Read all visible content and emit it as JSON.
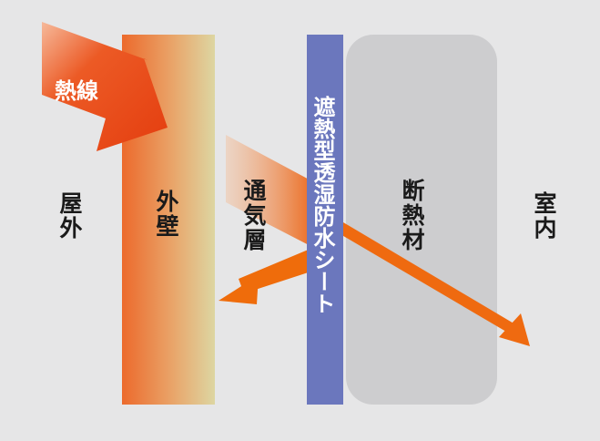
{
  "labels": {
    "heat_ray": "熱線",
    "outdoor": "屋外",
    "exterior_wall": "外壁",
    "air_layer": "通気層",
    "sheet": "遮熱型透湿防水シート",
    "insulation": "断熱材",
    "indoor": "室内"
  },
  "colors": {
    "background": "#e6e6e7",
    "sheet": "#6b77bd",
    "insulation": "#cdcdcf",
    "arrow": "#e84a12",
    "reflected_arrow": "#ef6c0b",
    "transmitted_arrow": "#ef6a10",
    "wall_gradient_start": "#ec6a2c",
    "wall_gradient_end": "#ddd6a2"
  },
  "icons": {
    "heat_arrow": "large-incoming-arrow",
    "reflected_arrow": "reflected-arrow",
    "transmitted_arrow": "transmitted-arrow"
  }
}
